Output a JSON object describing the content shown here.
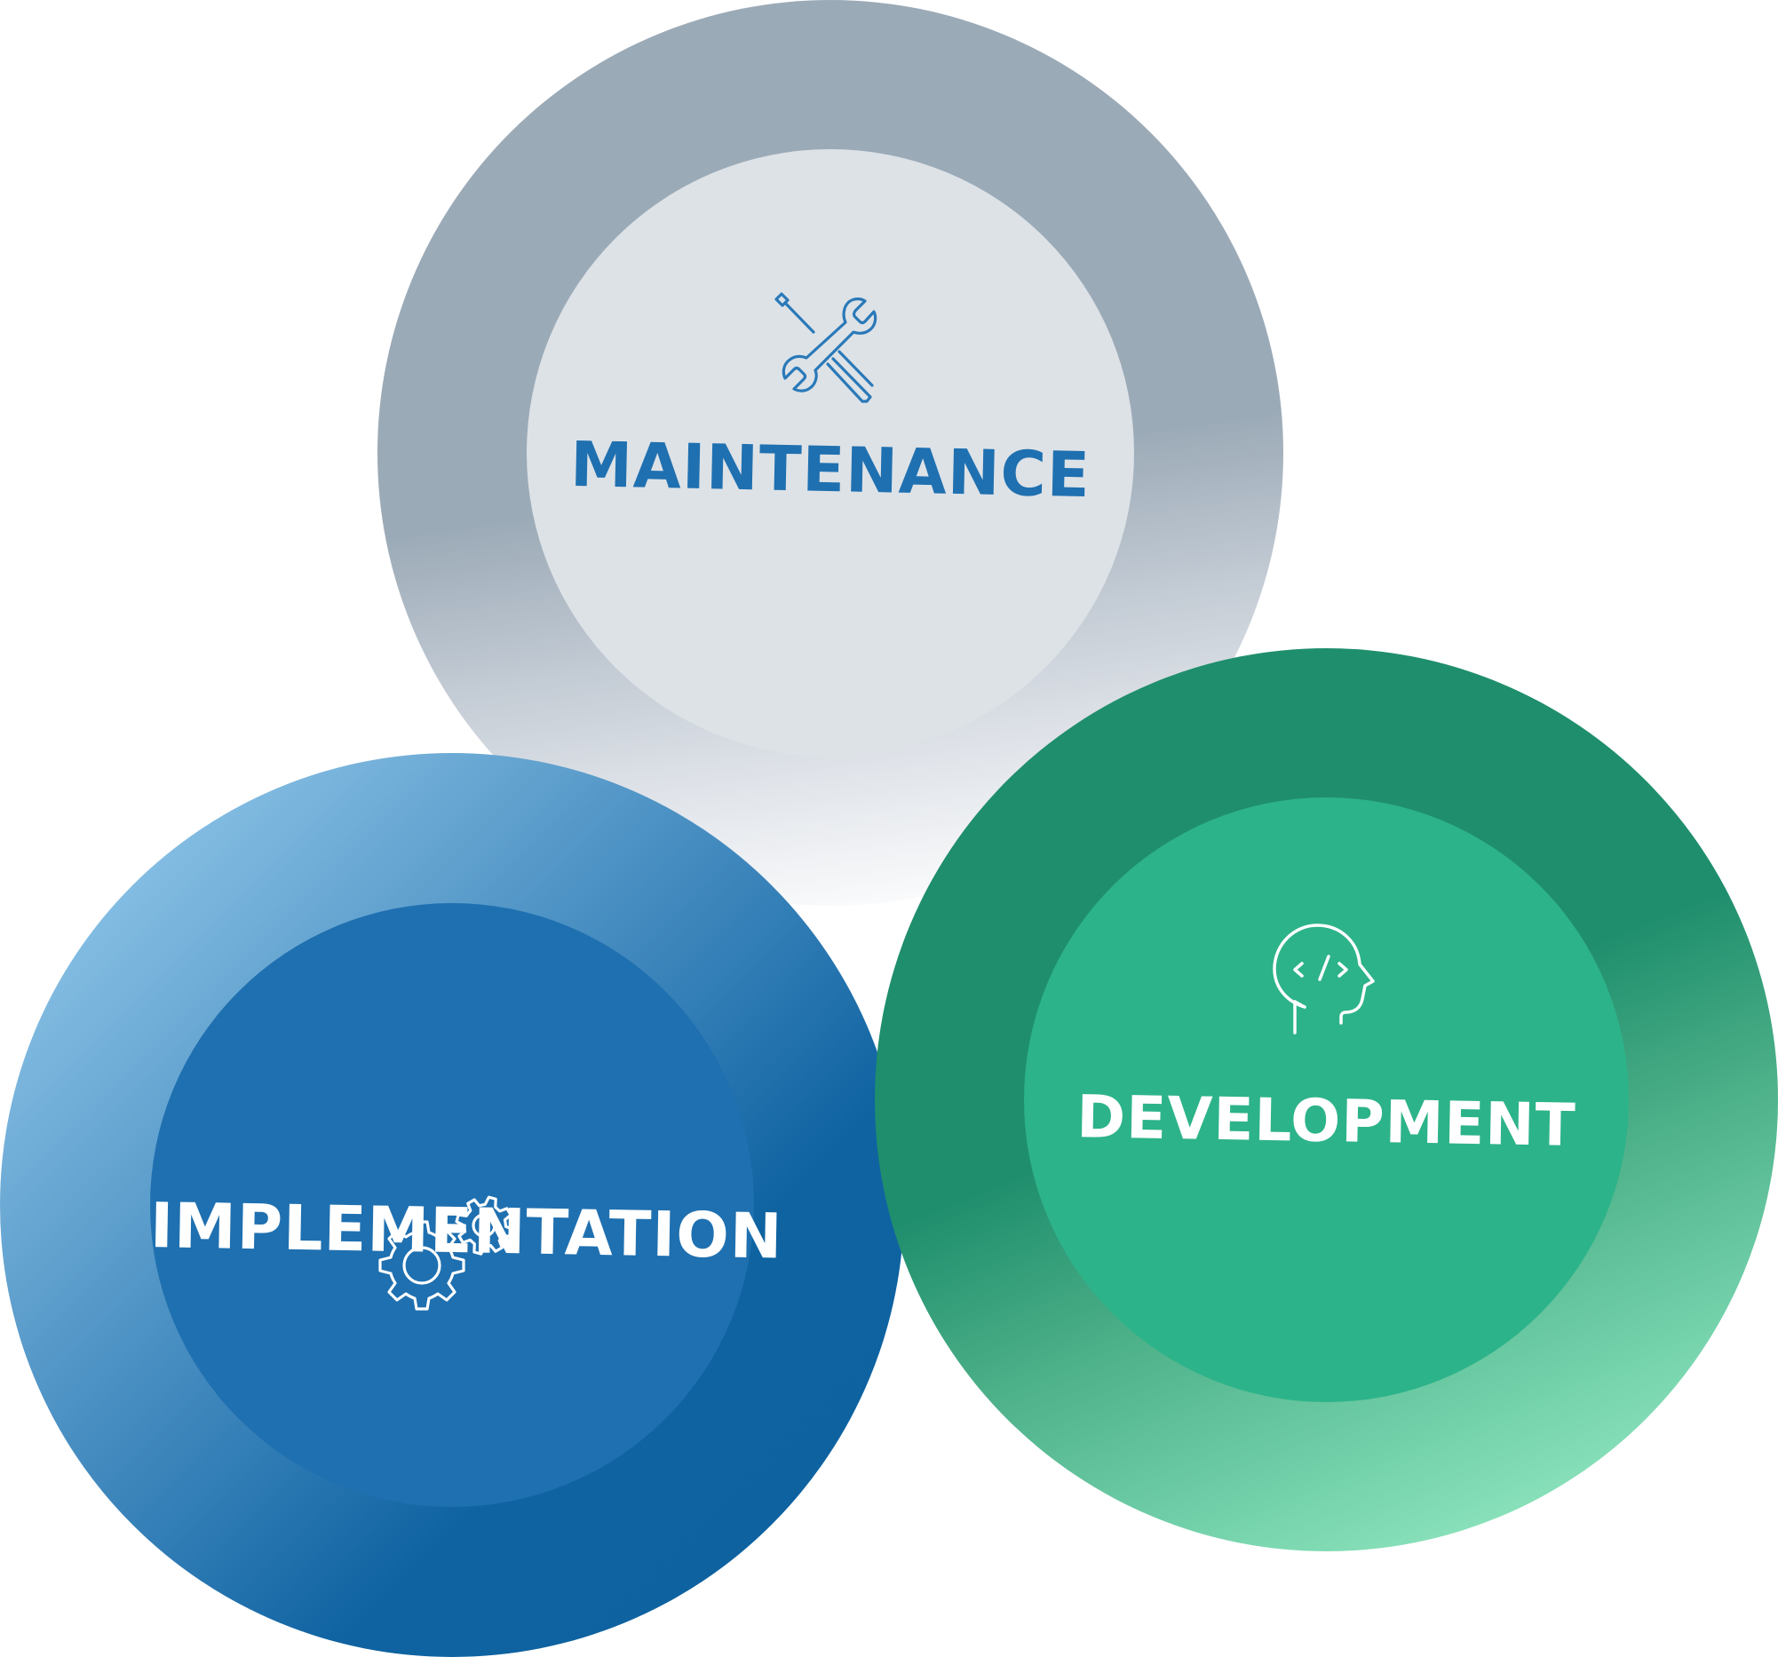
{
  "diagram": {
    "type": "overlapping-circles",
    "stages": [
      {
        "id": "maintenance",
        "label": "MAINTENANCE",
        "icon": "wrench-screwdriver-icon",
        "position": "top",
        "colors": {
          "outer_ring": "#9BAAB7",
          "outer_ring_fade": "#FFFFFF",
          "inner": "#DDE2E7",
          "text": "#1F70B0",
          "icon": "#2A79B8"
        }
      },
      {
        "id": "implementation",
        "label": "IMPLEMENTATION",
        "icon": "gears-icon",
        "position": "bottom-left",
        "colors": {
          "outer_ring_light": "#91C7EA",
          "outer_ring_dark": "#0E62A0",
          "inner": "#1F70B0",
          "text": "#FFFFFF",
          "icon": "#FFFFFF"
        }
      },
      {
        "id": "development",
        "label": "DEVELOPMENT",
        "icon": "head-code-icon",
        "position": "bottom-right",
        "colors": {
          "outer_ring_dark": "#1F8E6C",
          "outer_ring_light": "#A2F3CC",
          "inner": "#2DB389",
          "text": "#FFFFFF",
          "icon": "#FFFFFF"
        }
      }
    ]
  }
}
